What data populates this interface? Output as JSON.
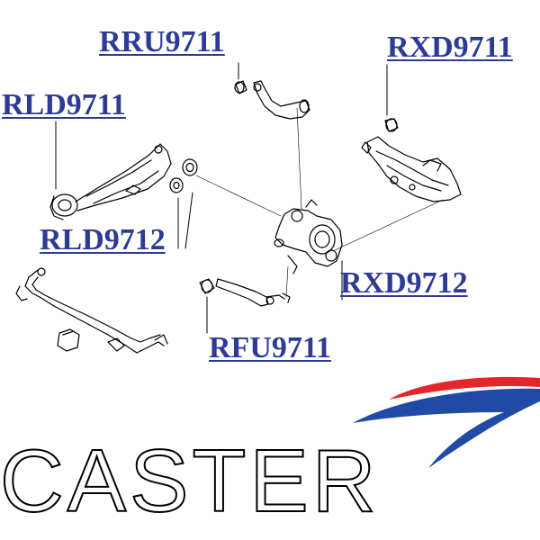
{
  "diagram": {
    "part_labels": {
      "rru": "RRU9711",
      "rxd_top": "RXD9711",
      "rld_upper": "RLD9711",
      "rld_lower": "RLD9712",
      "rxd_lower": "RXD9712",
      "rfu": "RFU9711"
    }
  },
  "logo": {
    "text": "CASTER",
    "swoosh_colors": {
      "red": "#e3262c",
      "blue": "#1f4aa5"
    }
  },
  "colors": {
    "label": "#2d3a96",
    "line": "#000000"
  }
}
